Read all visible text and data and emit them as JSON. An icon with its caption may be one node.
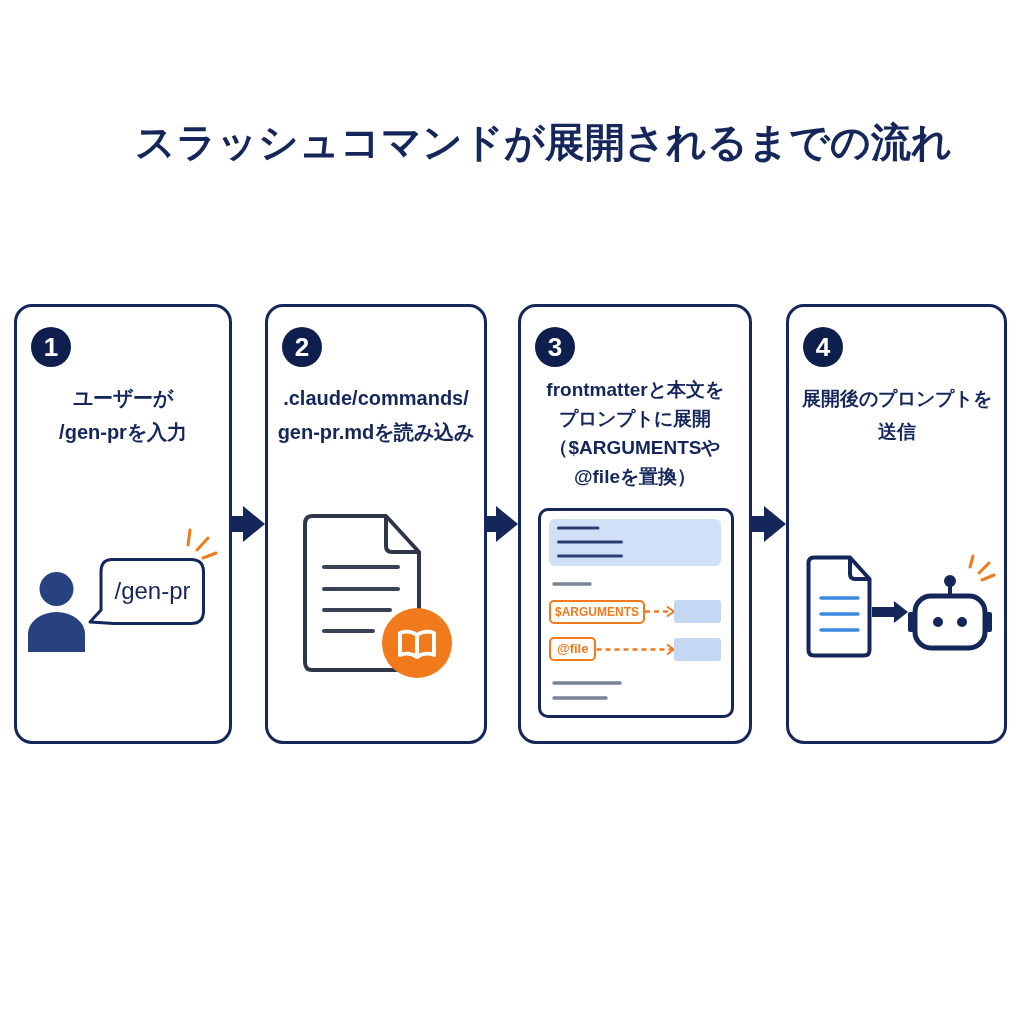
{
  "diagram": {
    "title": "スラッシュコマンドが展開されるまでの流れ",
    "nodes": [
      {
        "text": [
          "ユーザーが/gen-prを入力"
        ]
      },
      {
        "text": [
          "1"
        ],
        "in": 0
      },
      {
        "text": [
          "/gen-pr"
        ],
        "in": 0
      },
      {
        "text": [
          ".claude/commands/gen-pr.mdを読み込み"
        ]
      },
      {
        "text": [
          "2"
        ],
        "in": 3
      },
      {
        "text": [
          "frontmatterと本文をプロンプトに展開（$ARGUMENTSや@fileを置換）"
        ]
      },
      {
        "text": [
          "3"
        ],
        "in": 5
      },
      {
        "text": [],
        "shape": "box",
        "in": 5
      },
      {
        "text": [
          "$ARGUMENTS"
        ],
        "in": 7
      },
      {
        "text": [],
        "shape": "box",
        "in": 7
      },
      {
        "text": [
          "@file"
        ],
        "in": 7
      },
      {
        "text": [],
        "shape": "box",
        "in": 7
      },
      {
        "text": [
          "展開後のプロンプトを送信"
        ]
      },
      {
        "text": [
          "4"
        ],
        "in": 12
      },
      {
        "text": [],
        "shape": "picture",
        "in": 12
      },
      {
        "text": [],
        "shape": "picture",
        "in": 12
      }
    ],
    "edges": [
      {
        "from": 0,
        "to": 3,
        "arrow": "to"
      },
      {
        "from": 3,
        "to": 5,
        "arrow": "to"
      },
      {
        "from": 5,
        "to": 12,
        "arrow": "to"
      },
      {
        "from": 8,
        "to": 9,
        "arrow": "to",
        "style": "dashed",
        "color": "#f07a1c"
      },
      {
        "from": 10,
        "to": 11,
        "arrow": "to",
        "style": "dashed",
        "color": "#f07a1c"
      },
      {
        "from": 14,
        "to": 15,
        "arrow": "to"
      }
    ]
  }
}
